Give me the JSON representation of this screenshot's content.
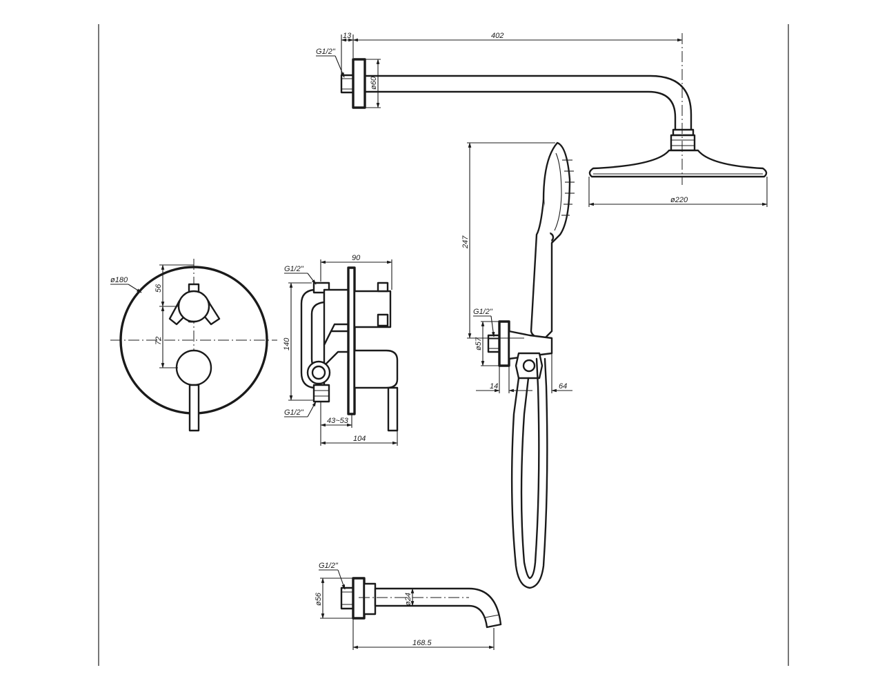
{
  "dimensions": {
    "arm_wall_thread": "G1/2\"",
    "arm_flange_depth": "13",
    "arm_length": "402",
    "arm_flange_diameter": "ø60",
    "head_diameter": "ø220",
    "handshower_length": "247",
    "holder_thread": "G1/2\"",
    "holder_flange_diameter": "ø57",
    "holder_offset": "14",
    "holder_depth": "64",
    "plate_diameter": "ø180",
    "handle_spacing_top": "56",
    "handle_spacing": "72",
    "valve_depth": "90",
    "valve_height": "140",
    "valve_top_thread": "G1/2\"",
    "valve_bottom_thread": "G1/2\"",
    "wall_depth_range": "43~53",
    "valve_overall_depth": "104",
    "spout_thread": "G1/2\"",
    "spout_flange_diameter": "ø56",
    "spout_pipe_diameter": "ø24",
    "spout_length": "168.5"
  }
}
